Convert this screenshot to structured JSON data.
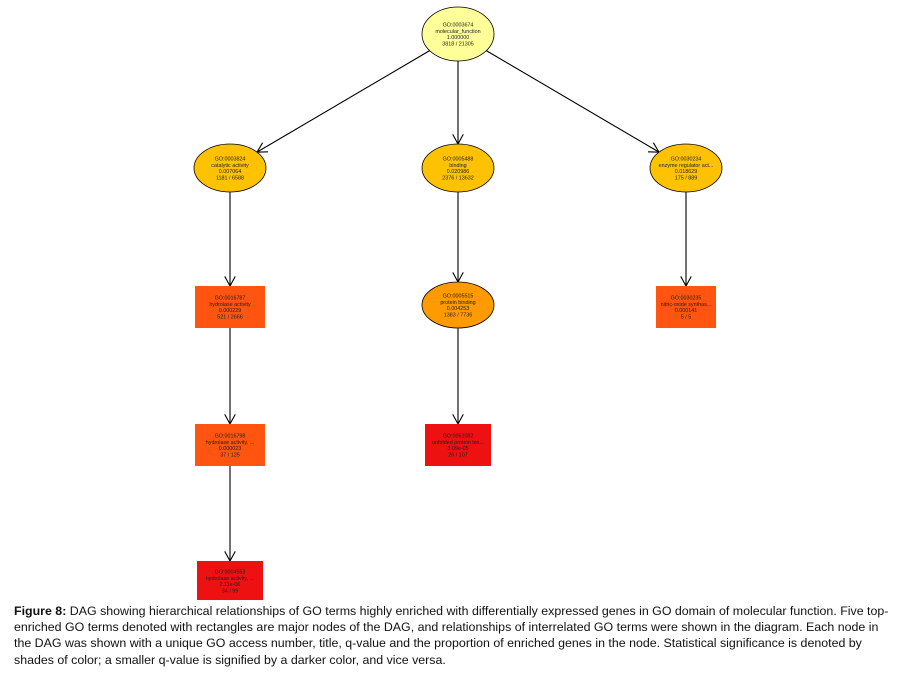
{
  "colors": {
    "edge": "#000000",
    "node_stroke": "#000000",
    "text": "#222222"
  },
  "nodes": [
    {
      "id": "root",
      "shape": "ellipse",
      "fill": "#ffff99",
      "lines": [
        "GO:0003674",
        "molecular_function",
        "1.000000",
        "3818 / 21305"
      ]
    },
    {
      "id": "catalytic",
      "shape": "ellipse",
      "fill": "#ffc200",
      "lines": [
        "GO:0003824",
        "catalytic activity",
        "0.007064",
        "1181 / 6588"
      ]
    },
    {
      "id": "binding",
      "shape": "ellipse",
      "fill": "#ffc200",
      "lines": [
        "GO:0005488",
        "binding",
        "0.020986",
        "2376 / 13632"
      ]
    },
    {
      "id": "enzyme",
      "shape": "ellipse",
      "fill": "#ffc200",
      "lines": [
        "GO:0030234",
        "enzyme regulator act...",
        "0.018629",
        "175 / 889"
      ]
    },
    {
      "id": "hydrolase",
      "shape": "rect",
      "fill": "#ff5511",
      "lines": [
        "GO:0016787",
        "hydrolase activity",
        "0.000229",
        "521 / 2666"
      ]
    },
    {
      "id": "protein",
      "shape": "ellipse",
      "fill": "#ff9a00",
      "lines": [
        "GO:0005515",
        "protein binding",
        "0.004253",
        "1383 / 7736"
      ]
    },
    {
      "id": "nitric",
      "shape": "rect",
      "fill": "#ff5511",
      "lines": [
        "GO:0030235",
        "nitric-oxide synthas...",
        "0.000141",
        "5 / 5"
      ]
    },
    {
      "id": "hydrolase2",
      "shape": "rect",
      "fill": "#ff5511",
      "lines": [
        "GO:0016798",
        "hydrolase activity, ...",
        "0.000023",
        "37 / 125"
      ]
    },
    {
      "id": "unfolded",
      "shape": "rect",
      "fill": "#ee1111",
      "lines": [
        "GO:0051082",
        "unfolded protein bin...",
        "3.09e-05",
        "26 / 107"
      ]
    },
    {
      "id": "hydrolase3",
      "shape": "rect",
      "fill": "#ee1111",
      "lines": [
        "GO:0004553",
        "hydrolase activity, ...",
        "2.11e-06",
        "34 / 99"
      ]
    }
  ],
  "edges": [
    [
      "root",
      "catalytic"
    ],
    [
      "root",
      "binding"
    ],
    [
      "root",
      "enzyme"
    ],
    [
      "catalytic",
      "hydrolase"
    ],
    [
      "binding",
      "protein"
    ],
    [
      "enzyme",
      "nitric"
    ],
    [
      "hydrolase",
      "hydrolase2"
    ],
    [
      "protein",
      "unfolded"
    ],
    [
      "hydrolase2",
      "hydrolase3"
    ]
  ],
  "caption": {
    "label": "Figure 8:",
    "text": " DAG showing hierarchical relationships of GO terms highly enriched with differentially expressed genes in GO domain of molecular function. Five top-enriched GO terms denoted with rectangles are major nodes of the DAG, and relationships of interrelated GO terms were shown in the diagram. Each node in the DAG was shown with a unique GO access number, title, q-value and the proportion of enriched genes in the node. Statistical significance is denoted by shades of color; a smaller q-value is signified by a darker color, and vice versa."
  }
}
